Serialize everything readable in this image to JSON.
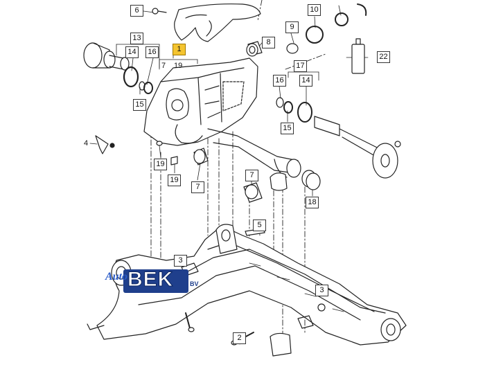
{
  "diagram": {
    "callouts": [
      {
        "id": "c6",
        "label": "6"
      },
      {
        "id": "c10",
        "label": "10"
      },
      {
        "id": "c13",
        "label": "13"
      },
      {
        "id": "c14a",
        "label": "14"
      },
      {
        "id": "c16a",
        "label": "16"
      },
      {
        "id": "c1",
        "label": "1",
        "highlight": true
      },
      {
        "id": "c9",
        "label": "9"
      },
      {
        "id": "c8",
        "label": "8"
      },
      {
        "id": "c22",
        "label": "22"
      },
      {
        "id": "c15a",
        "label": "15"
      },
      {
        "id": "c17",
        "label": "17"
      },
      {
        "id": "c16b",
        "label": "16"
      },
      {
        "id": "c14b",
        "label": "14"
      },
      {
        "id": "c15b",
        "label": "15"
      },
      {
        "id": "c4",
        "label": "4"
      },
      {
        "id": "c19a",
        "label": "19"
      },
      {
        "id": "c19b",
        "label": "19"
      },
      {
        "id": "c7a",
        "label": "7"
      },
      {
        "id": "c7b",
        "label": "7"
      },
      {
        "id": "c18",
        "label": "18"
      },
      {
        "id": "c5",
        "label": "5"
      },
      {
        "id": "c3a",
        "label": "3"
      },
      {
        "id": "c3b",
        "label": "3"
      },
      {
        "id": "c2",
        "label": "2"
      }
    ],
    "subcallouts": {
      "left": "7",
      "right": "19"
    }
  },
  "watermark": {
    "brand": "BEK",
    "prefix": "Auto",
    "suffix": "BV",
    "color": "#1f3f8c"
  }
}
